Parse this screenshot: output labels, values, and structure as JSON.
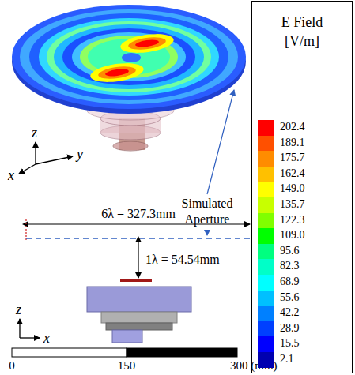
{
  "diagram": {
    "nodes": [
      {
        "text": [
          "E Field [V/m]"
        ]
      }
    ],
    "labels": [
      "z",
      "y",
      "x",
      "Simulated Aperture",
      "6λ = 327.3mm",
      "1λ = 54.54mm",
      "z",
      "x",
      "0",
      "150",
      "300 (mm)"
    ],
    "legend": [
      {
        "text": "202.4",
        "color": "#ff0000"
      },
      {
        "text": "189.1",
        "color": "#ff5000"
      },
      {
        "text": "175.7",
        "color": "#ff8c00"
      },
      {
        "text": "162.4",
        "color": "#ffc000"
      },
      {
        "text": "149.0",
        "color": "#ffff00"
      },
      {
        "text": "135.7",
        "color": "#c8ff00"
      },
      {
        "text": "122.3",
        "color": "#80ff00"
      },
      {
        "text": "109.0",
        "color": "#00ff00"
      },
      {
        "text": "95.6",
        "color": "#00ff80"
      },
      {
        "text": "82.3",
        "color": "#00ffc8"
      },
      {
        "text": "68.9",
        "color": "#00ffff"
      },
      {
        "text": "55.6",
        "color": "#00c0ff"
      },
      {
        "text": "42.2",
        "color": "#0080ff"
      },
      {
        "text": "28.9",
        "color": "#0040ff"
      },
      {
        "text": "15.5",
        "color": "#0000ff"
      },
      {
        "text": "2.1",
        "color": "#0000b0"
      }
    ]
  }
}
